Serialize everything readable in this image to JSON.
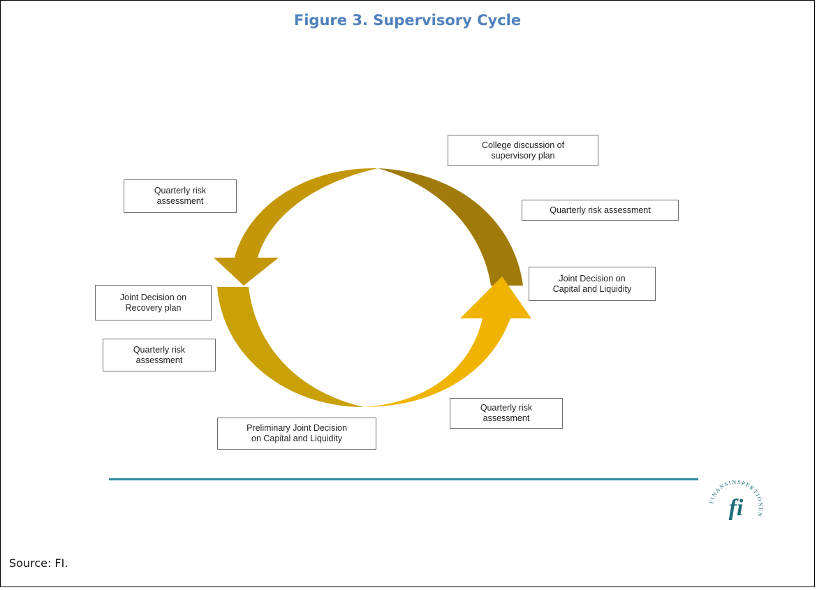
{
  "title": "Figure 3. Supervisory Cycle",
  "source": "Source: FI.",
  "colors": {
    "title": "#4f81bd",
    "arrow_top_left": "#c49708",
    "arrow_top_right": "#a07a0a",
    "arrow_bottom_left": "#c9a006",
    "arrow_bottom_right": "#f0b400",
    "rule": "#2a8d97",
    "logo": "#1a6f7a"
  },
  "labels": {
    "college_discussion": "College discussion of\nsupervisory plan",
    "quarterly_top_right": "Quarterly risk assessment",
    "joint_capital": "Joint Decision on\nCapital and Liquidity",
    "quarterly_bottom_right": "Quarterly risk\nassessment",
    "preliminary_joint": "Preliminary Joint Decision\non Capital and Liquidity",
    "quarterly_bottom_left": "Quarterly risk\nassessment",
    "joint_recovery": "Joint Decision on\nRecovery plan",
    "quarterly_top_left": "Quarterly risk\nassessment"
  },
  "logo": {
    "monogram": "fi",
    "ring_text": "FINANSINSPEKTIONEN"
  }
}
